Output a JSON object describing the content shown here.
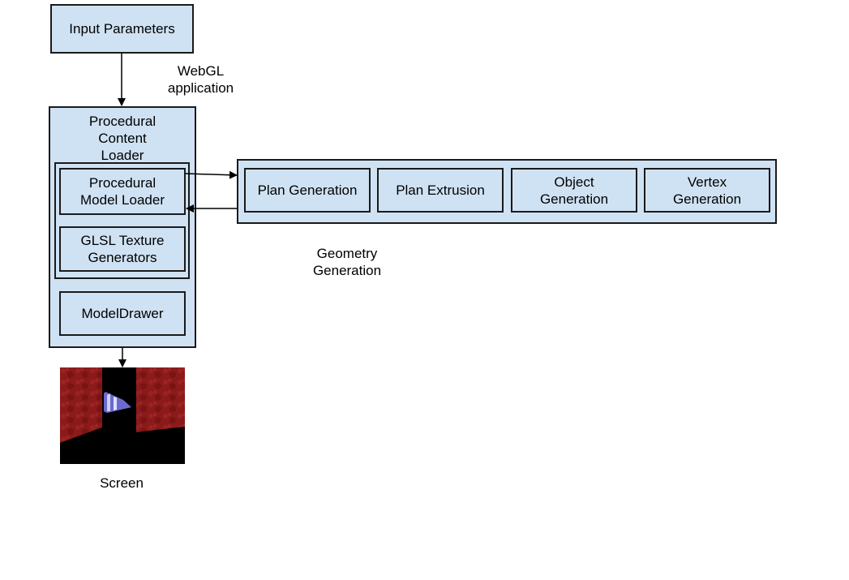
{
  "nodes": {
    "input_parameters": "Input Parameters",
    "webgl_application": "WebGL\napplication",
    "procedural_content_loader": "Procedural\nContent\nLoader",
    "procedural_model_loader": "Procedural\nModel Loader",
    "glsl_texture_generators": "GLSL Texture\nGenerators",
    "model_drawer": "ModelDrawer",
    "plan_generation": "Plan Generation",
    "plan_extrusion": "Plan Extrusion",
    "object_generation": "Object\nGeneration",
    "vertex_generation": "Vertex\nGeneration",
    "geometry_generation": "Geometry\nGeneration",
    "screen": "Screen"
  },
  "colors": {
    "box_fill": "#cfe2f3",
    "stroke": "#1a1a1a",
    "screen_wall": "#8b1a1a"
  }
}
